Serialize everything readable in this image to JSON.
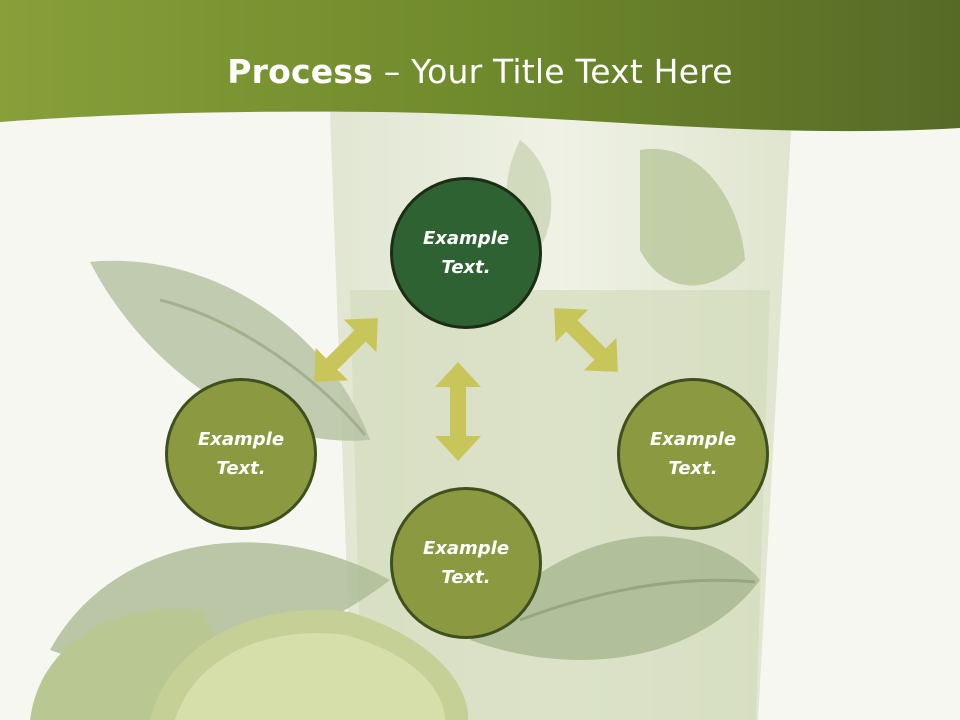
{
  "title": {
    "bold": "Process",
    "rest": " – Your Title Text Here"
  },
  "nodes": [
    {
      "id": "top",
      "line1": "Example",
      "line2": "Text."
    },
    {
      "id": "left",
      "line1": "Example",
      "line2": "Text."
    },
    {
      "id": "right",
      "line1": "Example",
      "line2": "Text."
    },
    {
      "id": "bottom",
      "line1": "Example",
      "line2": "Text."
    }
  ],
  "colors": {
    "header": "#6f8a2c",
    "node_top": "#2e6233",
    "node_side": "#8b9a40",
    "arrow": "#c8c65a"
  }
}
